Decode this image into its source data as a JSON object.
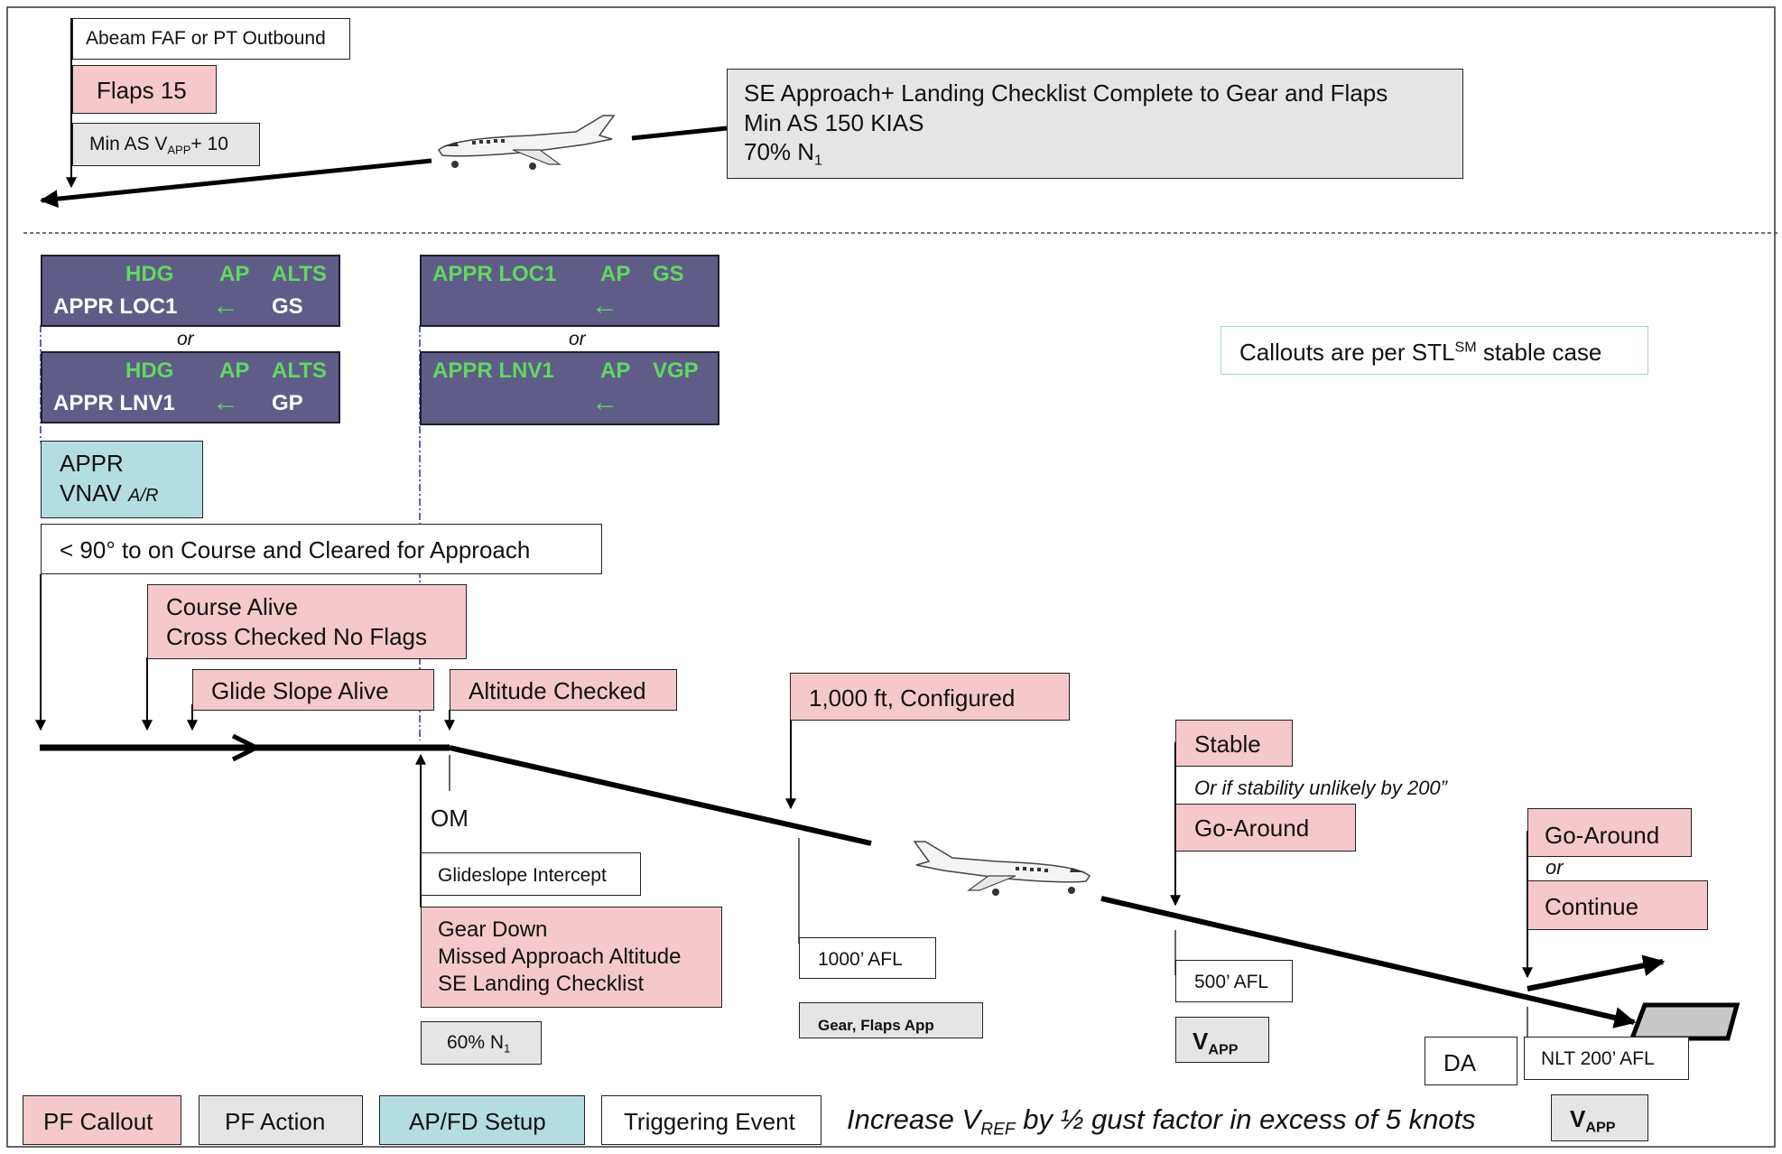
{
  "top": {
    "abeam_trigger": "Abeam FAF or PT Outbound",
    "flaps_callout": "Flaps 15",
    "min_as": {
      "prefix": "Min AS V",
      "sub": "APP",
      "suffix": "+ 10"
    },
    "checklist_lines": [
      "SE Approach+ Landing Checklist Complete to Gear and Flaps",
      "Min AS 150 KIAS"
    ],
    "n1_line": {
      "main": "70% N",
      "sub": "1"
    }
  },
  "fma": {
    "hdg_loc": {
      "row1": [
        "HDG",
        "AP",
        "ALTS"
      ],
      "row2_mode": "APPR LOC1",
      "row2_arrow": "←",
      "row2_armed": "GS"
    },
    "hdg_lnv": {
      "row1": [
        "HDG",
        "AP",
        "ALTS"
      ],
      "row2_mode": "APPR LNV1",
      "row2_arrow": "←",
      "row2_armed": "GP"
    },
    "appr_loc": {
      "row1": [
        "APPR LOC1",
        "AP",
        "GS"
      ],
      "row2_arrow": "←"
    },
    "appr_lnv": {
      "row1": [
        "APPR LNV1",
        "AP",
        "VGP"
      ],
      "row2_arrow": "←"
    },
    "or": "or"
  },
  "callouts_note": {
    "prefix": "Callouts are per STL",
    "sup": "SM",
    "suffix": " stable case"
  },
  "appr_setup": {
    "line1": "APPR",
    "line2": "VNAV",
    "line2_italic": "A/R"
  },
  "course_trigger": "< 90° to on Course and Cleared for Approach",
  "course_alive": [
    "Course Alive",
    "Cross Checked No Flags"
  ],
  "glide_slope_alive": "Glide Slope Alive",
  "altitude_checked": "Altitude Checked",
  "om_label": "OM",
  "glideslope_intercept": "Glideslope Intercept",
  "gear_down": [
    "Gear Down",
    "Missed Approach Altitude",
    "SE Landing Checklist"
  ],
  "n1_60": {
    "main": "60% N",
    "sub": "1"
  },
  "thousand_configured": "1,000 ft, Configured",
  "thousand_afl": "1000’ AFL",
  "gear_flaps_app": "Gear, Flaps App",
  "stable": "Stable",
  "stability_note": "Or if stability unlikely by 200”",
  "go_around_1": "Go-Around",
  "five_hundred_afl": "500’ AFL",
  "vapp": {
    "main": "V",
    "sub": "APP"
  },
  "go_around_2": "Go-Around",
  "or_label": "or",
  "continue": "Continue",
  "da": "DA",
  "nlt_200": "NLT 200’ AFL",
  "legend": {
    "pf_callout": "PF Callout",
    "pf_action": "PF Action",
    "apfd_setup": "AP/FD Setup",
    "triggering_event": "Triggering Event"
  },
  "gust_note": {
    "prefix": "Increase V",
    "sub": "REF",
    "suffix": " by ½ gust factor in excess of 5 knots"
  },
  "colors": {
    "pf_callout": "#f5c8cb",
    "pf_action": "#e5e5e5",
    "apfd_setup": "#b4dde0",
    "fma_background": "#5f5d88",
    "fma_green": "#62d861",
    "runway": "#c8c8c8"
  },
  "icons": [
    "aircraft-icon",
    "runway-icon",
    "arrow-icon"
  ]
}
